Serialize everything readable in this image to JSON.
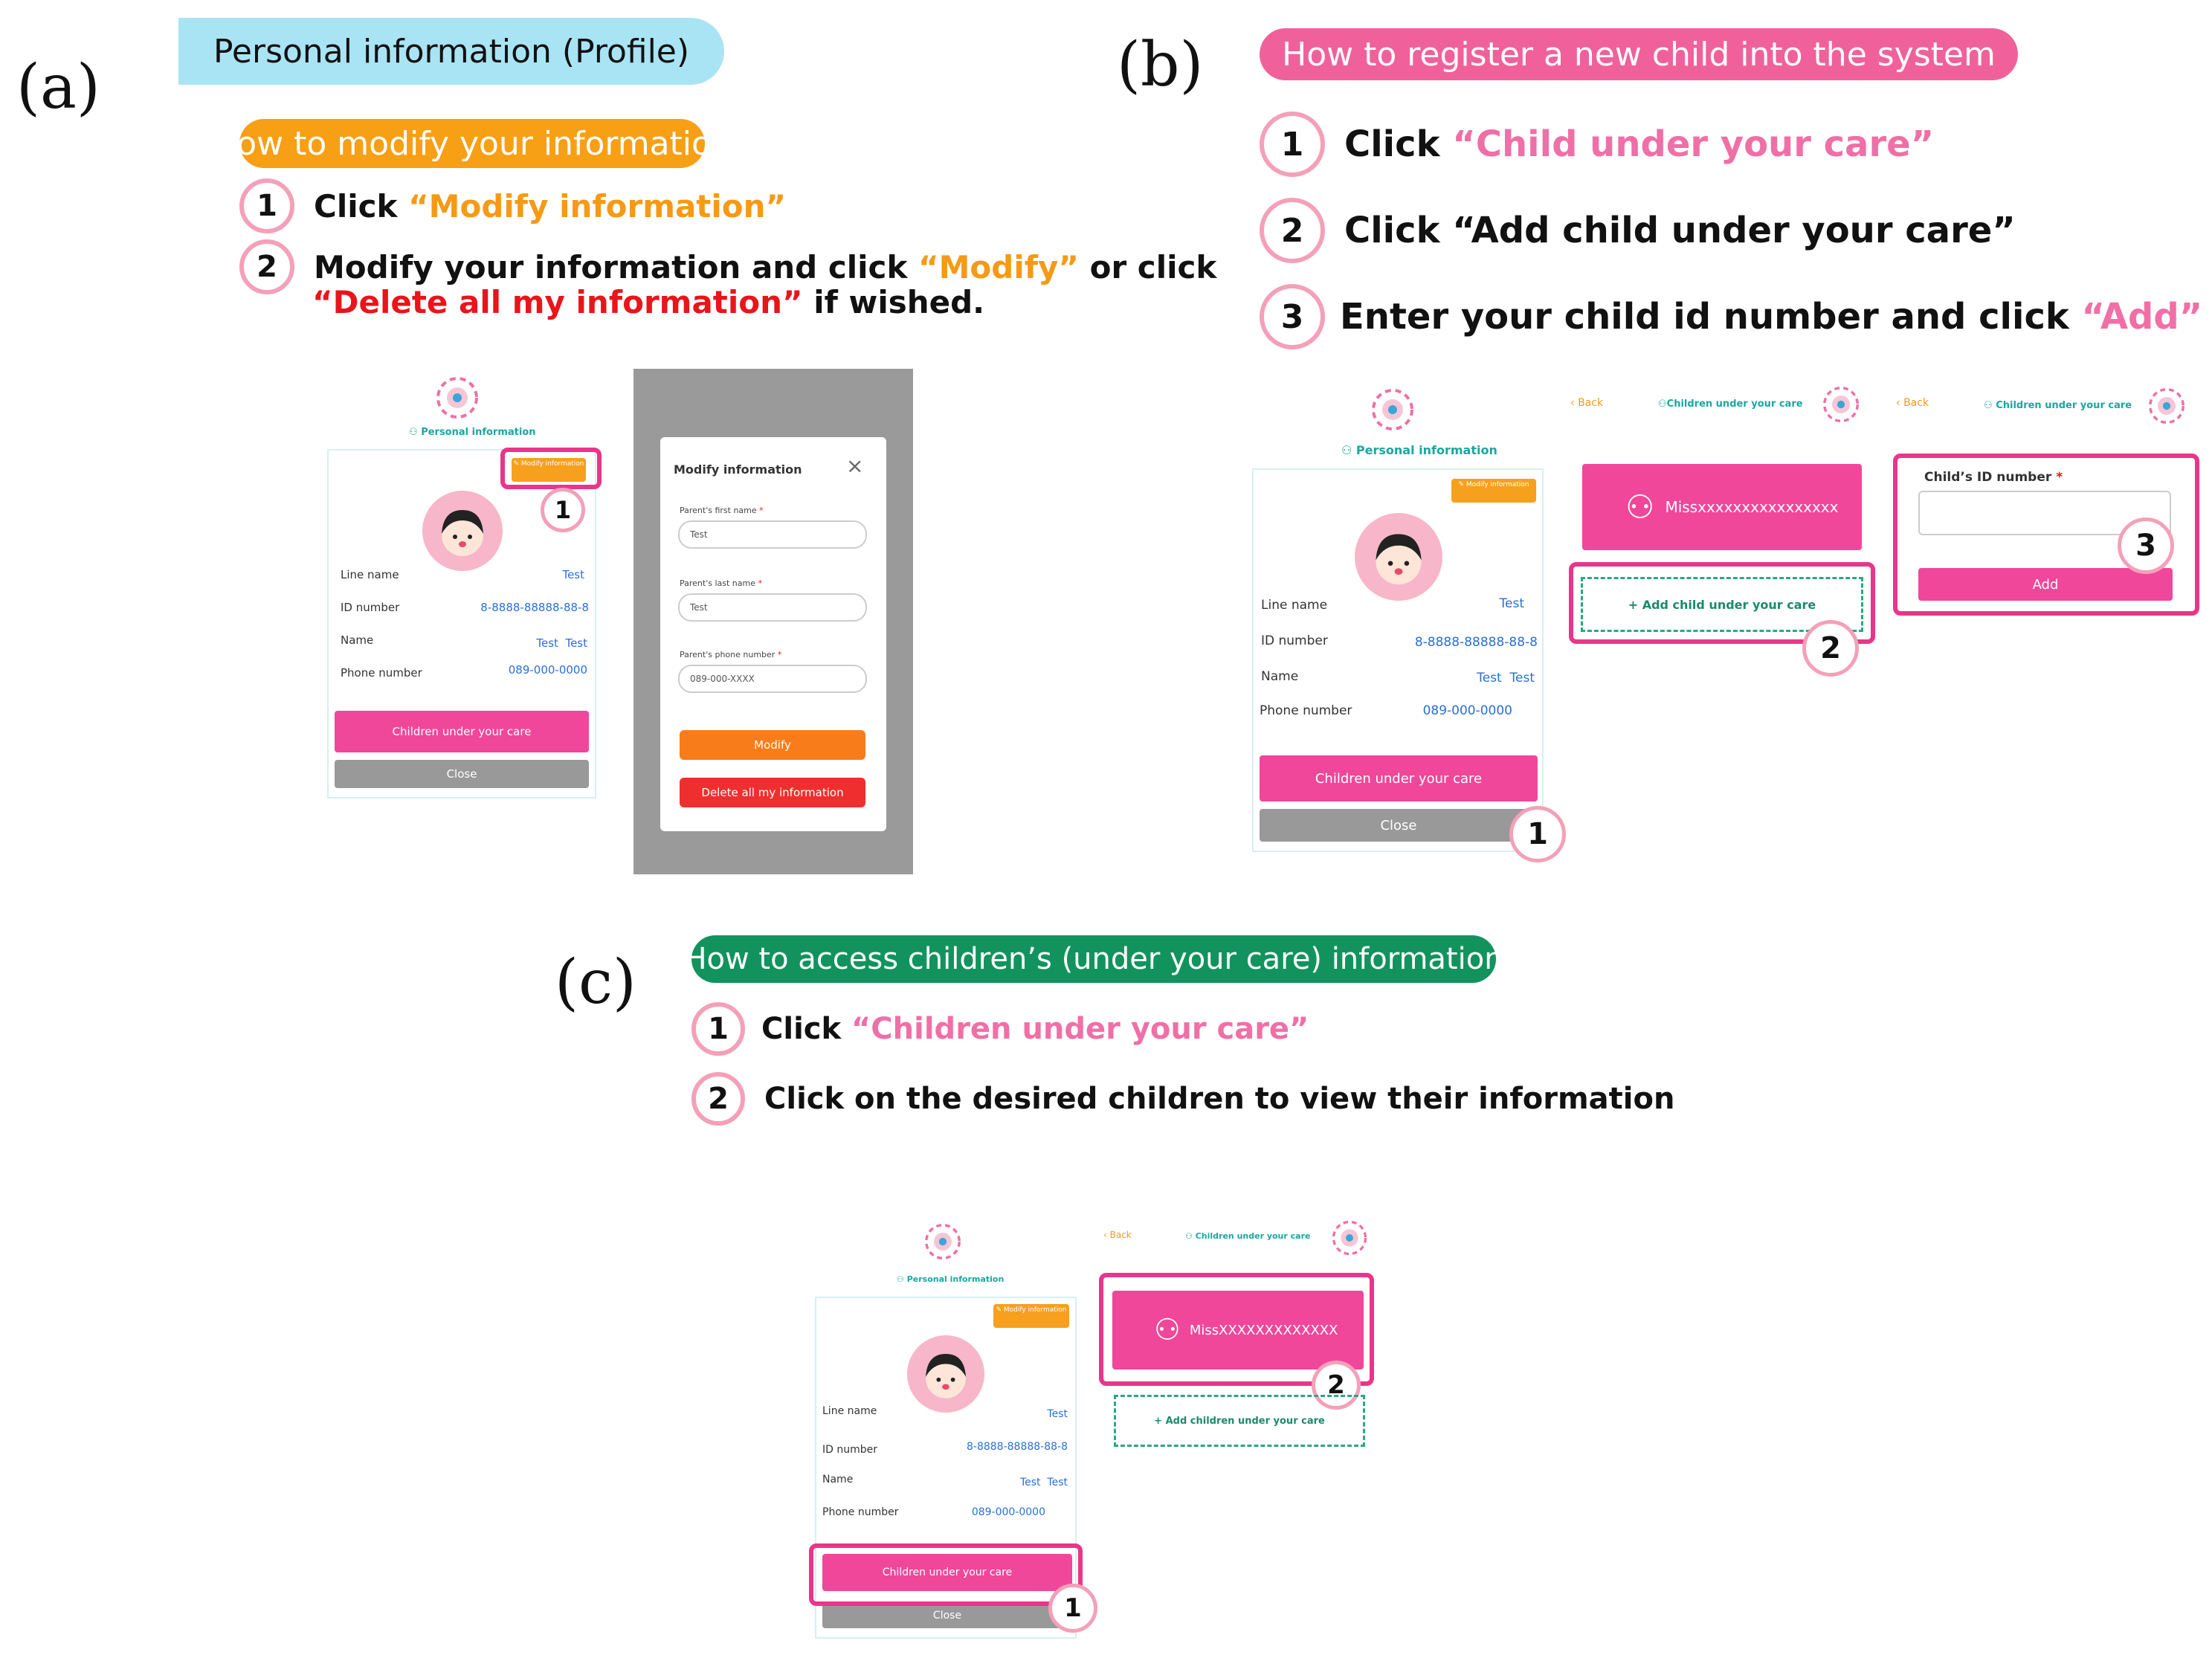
{
  "panels": {
    "a": "(a)",
    "b": "(b)",
    "c": "(c)"
  },
  "section_a": {
    "banner": "Personal information (Profile)",
    "subtitle": "How to modify your information",
    "step1_prefix": "Click ",
    "step1_highlight": "“Modify information”",
    "step2_text": "Modify your information and click ",
    "step2_h1": "“Modify”",
    "step2_mid": " or click",
    "step2_h2": "“Delete all my information”",
    "step2_suffix": " if wished."
  },
  "section_b": {
    "banner": "How to register a new child into the system",
    "step1_prefix": "Click ",
    "step1_highlight": "“Child under your care”",
    "step2_text": "Click “Add child under your care”",
    "step3_prefix": "Enter your child id number and click ",
    "step3_highlight": "“Add”"
  },
  "section_c": {
    "banner": "How to access children’s (under your care) information",
    "step1_prefix": "Click ",
    "step1_highlight": "“Children under your care”",
    "step2_text": "Click on the desired children to view their information"
  },
  "numbers": {
    "n1": "1",
    "n2": "2",
    "n3": "3"
  },
  "profile": {
    "header": "Personal information",
    "modify_btn": "Modify information",
    "line_name_label": "Line name",
    "line_name_value": "Test",
    "id_label": "ID number",
    "id_value": "8-8888-88888-88-8",
    "name_label": "Name",
    "name_value": "Test  Test",
    "phone_label": "Phone number",
    "phone_value": "089-000-0000",
    "children_btn": "Children under your care",
    "close_btn": "Close"
  },
  "modal": {
    "title": "Modify information",
    "close": "×",
    "first_name_label": "Parent's first name",
    "first_name_value": "Test",
    "last_name_label": "Parent's last name",
    "last_name_value": "Test",
    "phone_label": "Parent's phone number",
    "phone_value": "089-000-XXXX",
    "required": "*",
    "modify_btn": "Modify",
    "delete_btn": "Delete all my information"
  },
  "children": {
    "back": "Back",
    "header": "Children under your care",
    "child_b": "Missxxxxxxxxxxxxxxxx",
    "add_child_b": "+ Add child under your care",
    "child_c": "MissXXXXXXXXXXXXX",
    "add_child_c": "+ Add children under your care"
  },
  "add_form": {
    "label": "Child’s ID number",
    "required": "*",
    "add_btn": "Add"
  },
  "colors": {
    "banner_blue": "#a9e4f4",
    "orange": "#f59a16",
    "pink_banner": "#f0619c",
    "green_banner": "#12935e",
    "highlight": "#e8368a",
    "button_pink": "#f0479a"
  }
}
